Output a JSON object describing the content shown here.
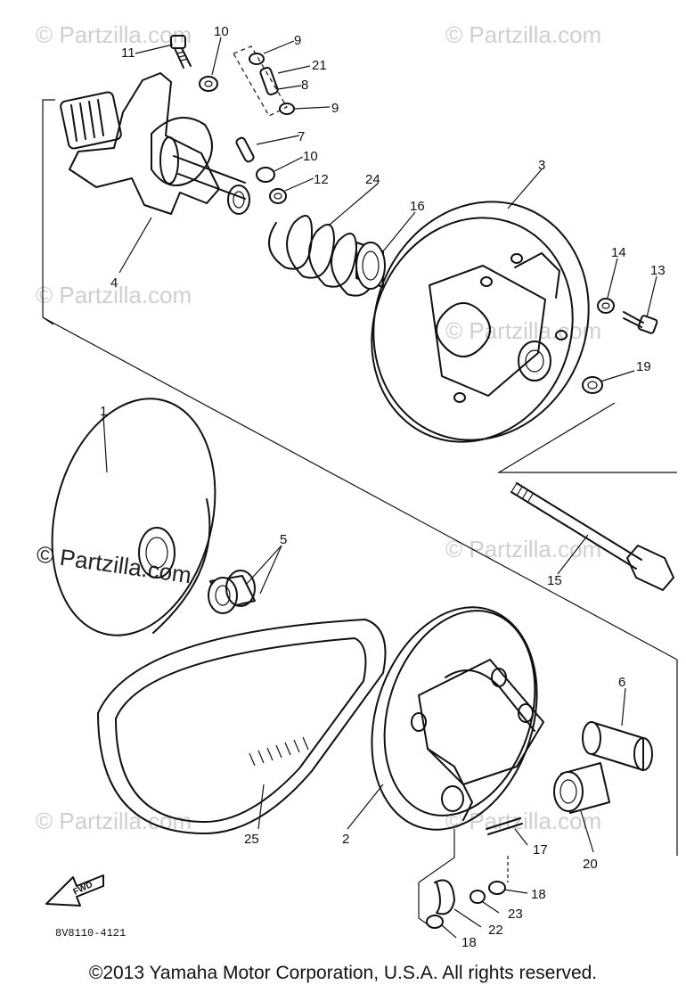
{
  "watermark": "© Partzilla.com",
  "part_labels": [
    "1",
    "2",
    "3",
    "4",
    "5",
    "6",
    "7",
    "8",
    "9",
    "9",
    "10",
    "10",
    "11",
    "12",
    "13",
    "14",
    "15",
    "16",
    "17",
    "18",
    "18",
    "19",
    "20",
    "21",
    "22",
    "23",
    "24",
    "25"
  ],
  "drawing_code": "8V8110-4121",
  "fwd_label": "FWD",
  "copyright": "©2013 Yamaha Motor Corporation, U.S.A. All rights reserved."
}
